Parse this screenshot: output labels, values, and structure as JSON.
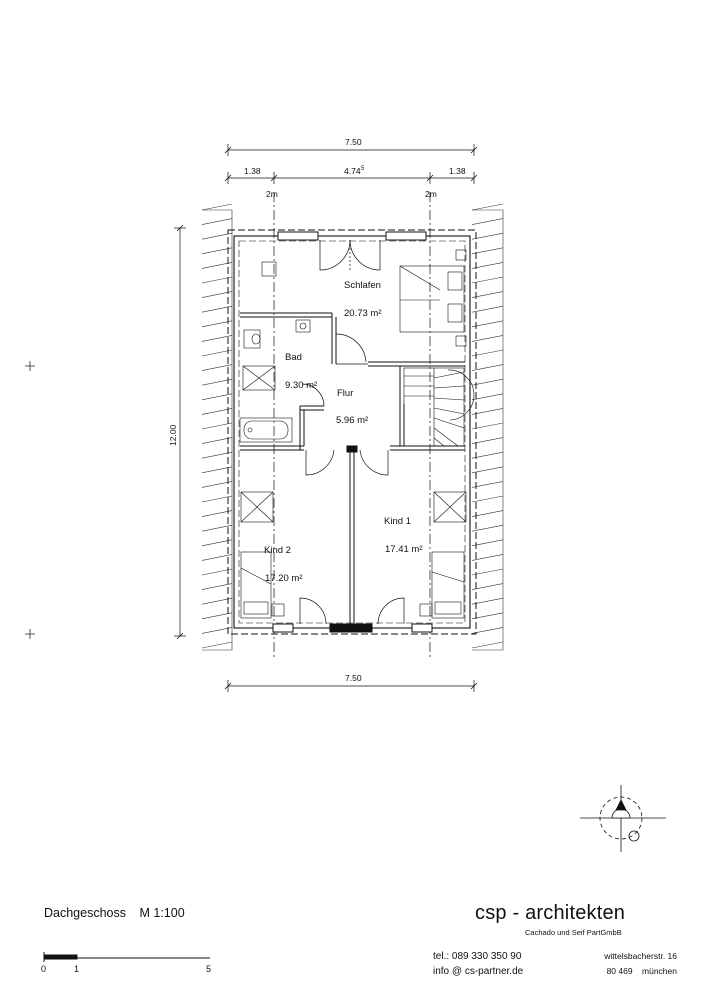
{
  "dimensions": {
    "top_total": "7.50",
    "top_left": "1.38",
    "top_middle": "4.74",
    "top_middle_sup": "5",
    "top_right": "1.38",
    "marker_left": "2m",
    "marker_right": "2m",
    "side": "12.00",
    "bottom_total": "7.50"
  },
  "rooms": {
    "schlafen": {
      "name": "Schlafen",
      "area": "20.73 m²"
    },
    "bad": {
      "name": "Bad",
      "area": "9.30 m²"
    },
    "flur": {
      "name": "Flur",
      "area": "5.96 m²"
    },
    "kind1": {
      "name": "Kind 1",
      "area": "17.41 m²"
    },
    "kind2": {
      "name": "Kind 2",
      "area": "17.20 m²"
    }
  },
  "sheet": {
    "title": "Dachgeschoss",
    "scale": "M 1:100",
    "scalebar": [
      "0",
      "1",
      "5"
    ]
  },
  "firm": {
    "name": "csp - architekten",
    "subtitle": "Cachado und Seif PartGmbB",
    "tel": "tel.: 089 330 350 90",
    "email": "info @ cs-partner.de",
    "street": "wittelsbacherstr. 16",
    "city": "80 469    münchen"
  },
  "icons": [
    "north-arrow-icon",
    "crosshair-icon"
  ]
}
